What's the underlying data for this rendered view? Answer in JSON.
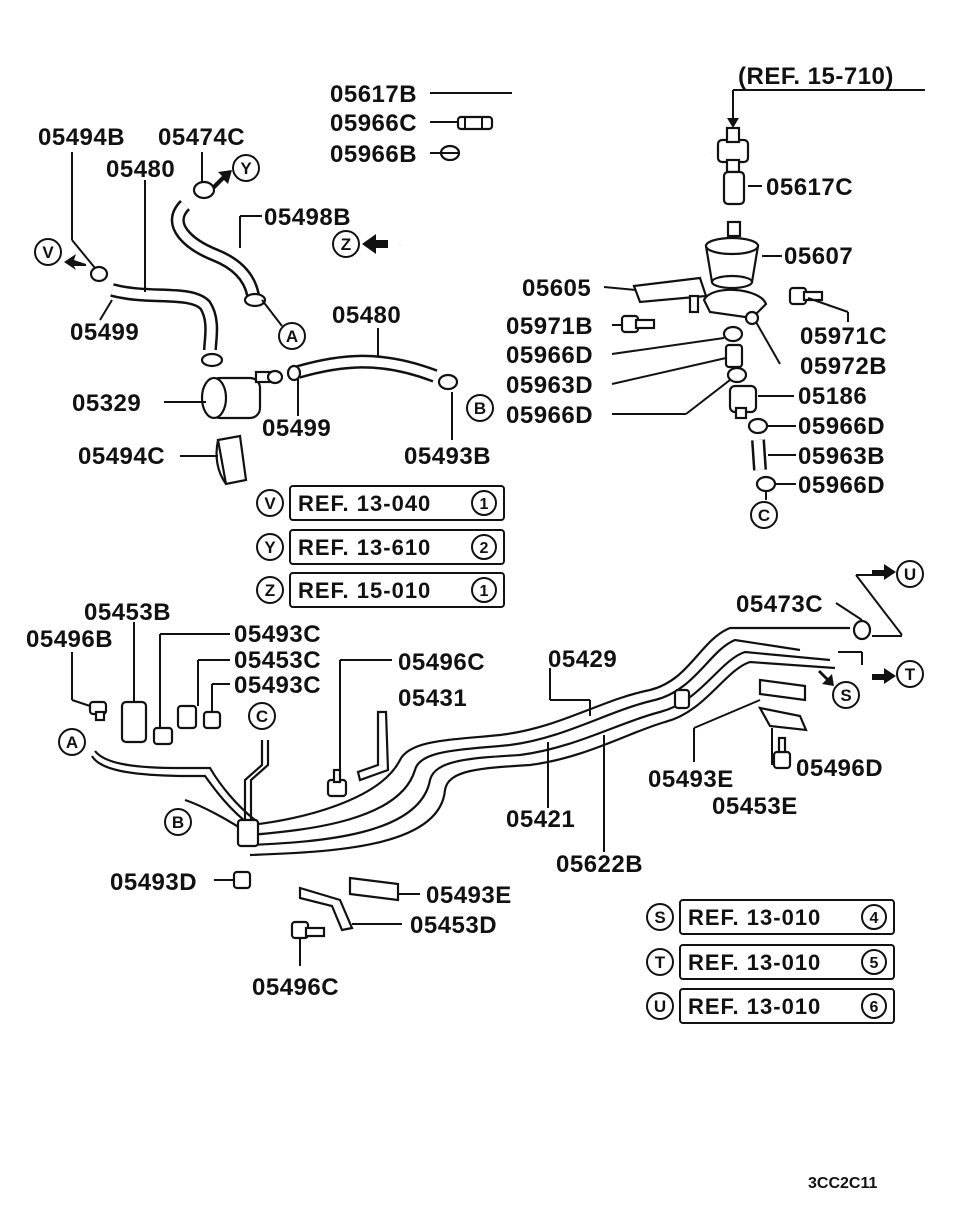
{
  "part_labels": {
    "p05617B": "05617B",
    "p05966C": "05966C",
    "p05966B": "05966B",
    "ref15710": "(REF. 15-710)",
    "p05617C": "05617C",
    "p05494B": "05494B",
    "p05474C": "05474C",
    "p05480a": "05480",
    "p05498B": "05498B",
    "p05607": "05607",
    "p05605": "05605",
    "p05971B": "05971B",
    "p05971C": "05971C",
    "p05966D1": "05966D",
    "p05972B": "05972B",
    "p05963D": "05963D",
    "p05186": "05186",
    "p05966D2": "05966D",
    "p05966D3": "05966D",
    "p05963B": "05963B",
    "p05966D4": "05966D",
    "p05499a": "05499",
    "p05480b": "05480",
    "p05329": "05329",
    "p05499b": "05499",
    "p05494C": "05494C",
    "p05493B": "05493B",
    "p05473C": "05473C",
    "p05453B": "05453B",
    "p05496B": "05496B",
    "p05493C1": "05493C",
    "p05453C": "05453C",
    "p05493C2": "05493C",
    "p05496C1": "05496C",
    "p05429": "05429",
    "p05431": "05431",
    "p05493E1": "05493E",
    "p05496D": "05496D",
    "p05453E": "05453E",
    "p05421": "05421",
    "p05622B": "05622B",
    "p05493D": "05493D",
    "p05493E2": "05493E",
    "p05453D": "05453D",
    "p05496C2": "05496C"
  },
  "connectors": {
    "A": "A",
    "B": "B",
    "C": "C",
    "V": "V",
    "Y": "Y",
    "Z": "Z",
    "S": "S",
    "T": "T",
    "U": "U"
  },
  "ref_boxes": [
    {
      "key": "V",
      "text": "REF. 13-040",
      "num": "1"
    },
    {
      "key": "Y",
      "text": "REF. 13-610",
      "num": "2"
    },
    {
      "key": "Z",
      "text": "REF. 15-010",
      "num": "1"
    },
    {
      "key": "S",
      "text": "REF. 13-010",
      "num": "4"
    },
    {
      "key": "T",
      "text": "REF. 13-010",
      "num": "5"
    },
    {
      "key": "U",
      "text": "REF. 13-010",
      "num": "6"
    }
  ],
  "diagram_code": "3CC2C11"
}
